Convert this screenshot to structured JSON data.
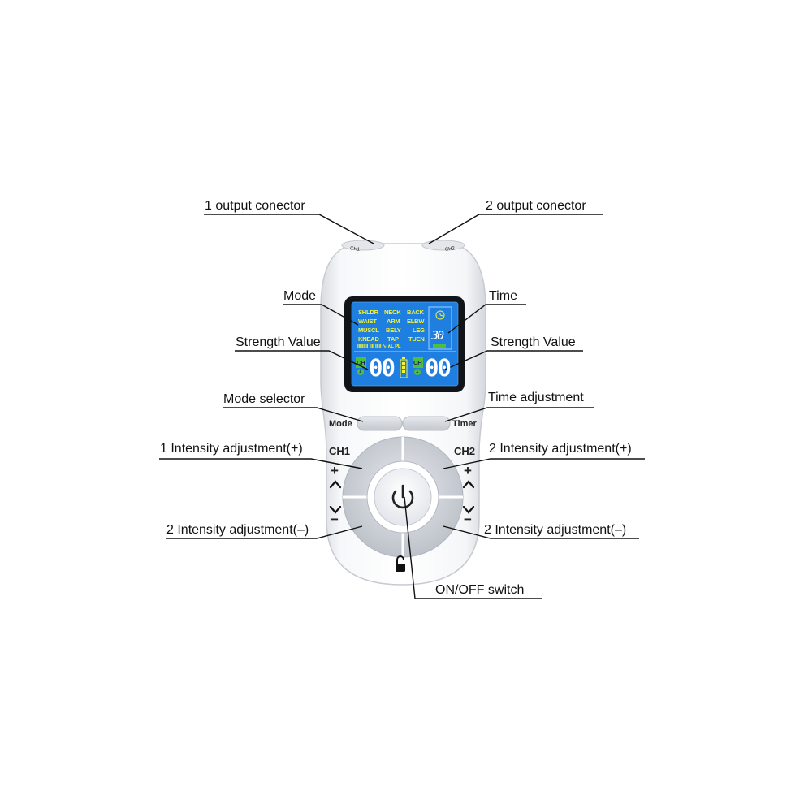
{
  "device": {
    "ports": [
      "CH1",
      "CH2"
    ],
    "lcd": {
      "mode_rows": [
        [
          "SHLDR",
          "NECK",
          "BACK"
        ],
        [
          "WAIST",
          "ARM",
          "ELBW"
        ],
        [
          "MUSCL",
          "BELY",
          "LEG"
        ],
        [
          "KNEAD",
          "TAP",
          "TUEN"
        ]
      ],
      "time_value": "30",
      "ch1_label": "CH",
      "ch1_index": "1",
      "ch2_label": "CH",
      "ch2_index": "1",
      "ch1_strength": "00",
      "ch2_strength": "00",
      "wave_symbols": "IIIIIIIII  IIII  II  II  ∿  ∧L  PL"
    },
    "buttons": {
      "mode": "Mode",
      "timer": "Timer",
      "ch1": "CH1",
      "ch2": "CH2",
      "plus": "+",
      "minus": "−",
      "up": "^",
      "down": "v"
    }
  },
  "callouts": {
    "output1": "1 output conector",
    "output2": "2 output conector",
    "mode": "Mode",
    "time": "Time",
    "strength_left": "Strength Value",
    "strength_right": "Strength Value",
    "mode_selector": "Mode selector",
    "time_adjustment": "Time adjustment",
    "intensity1_plus": "1 Intensity adjustment(+)",
    "intensity2_plus": "2 Intensity adjustment(+)",
    "intensity2_minus_left": "2 Intensity adjustment(–)",
    "intensity2_minus_right": "2 Intensity adjustment(–)",
    "onoff": "ON/OFF switch"
  },
  "colors": {
    "lcd_bg": "#1f7fe0",
    "lcd_text": "#f2f23a",
    "lcd_green": "#4fbf3a",
    "body": "#ffffff",
    "button_grey": "#c9ced6"
  },
  "icons": [
    "power-icon",
    "unlock-icon",
    "clock-icon",
    "battery-icon",
    "chevron-up-icon",
    "chevron-down-icon"
  ]
}
